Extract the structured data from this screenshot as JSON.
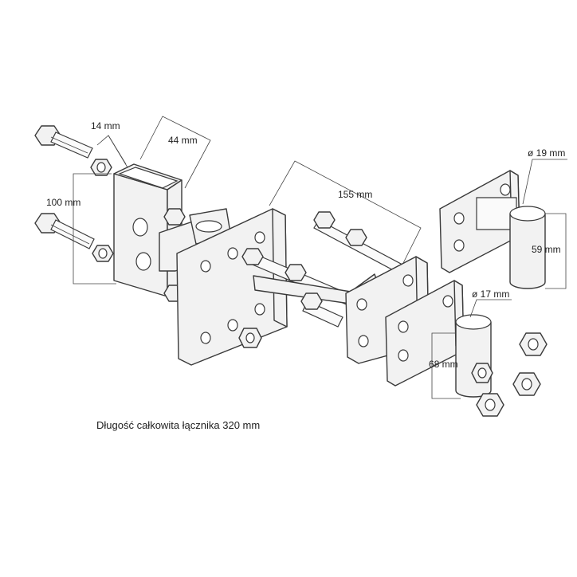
{
  "dimensions": {
    "d14": "14 mm",
    "d44": "44 mm",
    "d100": "100 mm",
    "d155": "155 mm",
    "d19": "ø 19 mm",
    "d59": "59 mm",
    "d17": "ø 17 mm",
    "d68": "68 mm"
  },
  "caption": "Długość całkowita łącznika 320 mm"
}
